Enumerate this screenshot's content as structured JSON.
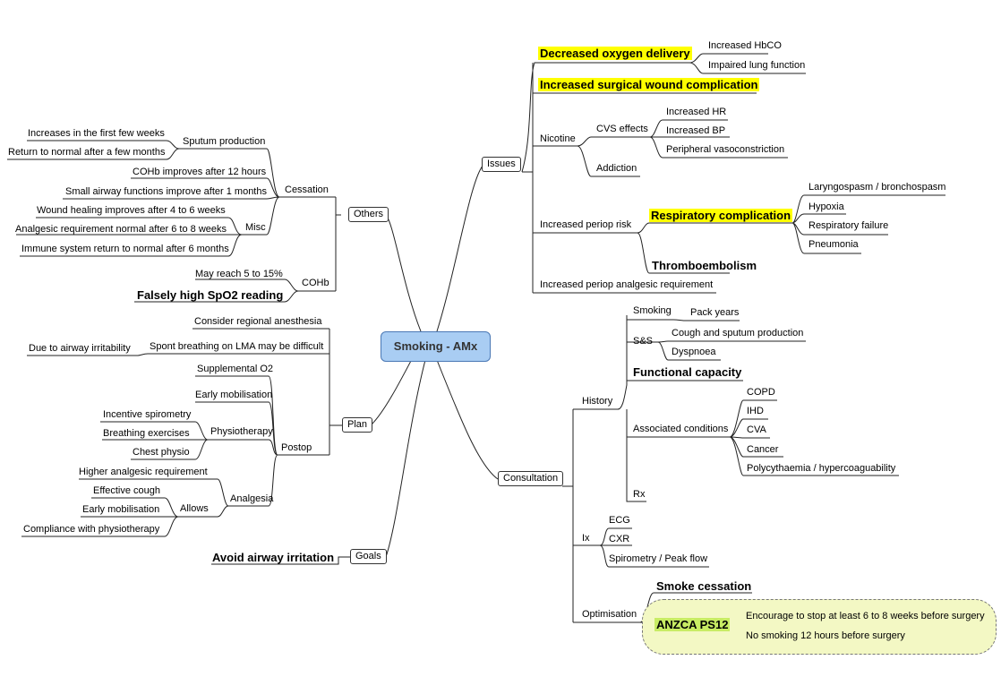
{
  "central": "Smoking - AMx",
  "branches": {
    "issues": {
      "label": "Issues",
      "decreased_o2": "Decreased oxygen delivery",
      "hbco": "Increased HbCO",
      "lung": "Impaired lung function",
      "wound": "Increased surgical wound complication",
      "nicotine": "Nicotine",
      "cvs": "CVS effects",
      "hr": "Increased HR",
      "bp": "Increased BP",
      "pvc": "Peripheral vasoconstriction",
      "addiction": "Addiction",
      "periop_risk": "Increased periop risk",
      "resp_comp": "Respiratory complication",
      "laryngo": "Laryngospasm / bronchospasm",
      "hypoxia": "Hypoxia",
      "resp_fail": "Respiratory failure",
      "pneumonia": "Pneumonia",
      "thrombo": "Thromboembolism",
      "analgesic_req": "Increased periop analgesic requirement"
    },
    "consultation": {
      "label": "Consultation",
      "history": "History",
      "smoking": "Smoking",
      "pack_years": "Pack years",
      "ss": "S&S",
      "cough": "Cough and sputum production",
      "dyspnoea": "Dyspnoea",
      "functional": "Functional capacity",
      "assoc": "Associated conditions",
      "copd": "COPD",
      "ihd": "IHD",
      "cva": "CVA",
      "cancer": "Cancer",
      "polycyth": "Polycythaemia / hypercoaguability",
      "rx": "Rx",
      "ix": "Ix",
      "ecg": "ECG",
      "cxr": "CXR",
      "spiro": "Spirometry / Peak flow",
      "optimisation": "Optimisation",
      "smoke_cess": "Smoke cessation",
      "anzca": "ANZCA PS12",
      "encourage": "Encourage to stop at least 6 to 8 weeks before surgery",
      "no_smoking": "No smoking 12 hours before surgery"
    },
    "others": {
      "label": "Others",
      "cessation": "Cessation",
      "sputum": "Sputum production",
      "increases": "Increases in the first few weeks",
      "return_normal": "Return to normal after a few months",
      "cohb_improves": "COHb improves after 12 hours",
      "small_airway": "Small airway functions improve after 1 months",
      "misc": "Misc",
      "wound_heal": "Wound healing improves after 4 to 6 weeks",
      "analgesic_norm": "Analgesic requirement normal after 6 to 8 weeks",
      "immune": "Immune system return to normal after 6 months",
      "cohb": "COHb",
      "may_reach": "May reach 5 to 15%",
      "falsely": "Falsely high SpO2 reading"
    },
    "plan": {
      "label": "Plan",
      "regional": "Consider regional anesthesia",
      "spont": "Spont breathing on LMA may be difficult",
      "airway_irrit": "Due to airway irritability",
      "postop": "Postop",
      "suppl_o2": "Supplemental O2",
      "early_mob": "Early mobilisation",
      "physio": "Physiotherapy",
      "incentive": "Incentive spirometry",
      "breathing": "Breathing exercises",
      "chest": "Chest physio",
      "analgesia": "Analgesia",
      "higher_analg": "Higher analgesic requirement",
      "allows": "Allows",
      "eff_cough": "Effective cough",
      "early_mob2": "Early mobilisation",
      "compliance": "Compliance with physiotherapy"
    },
    "goals": {
      "label": "Goals",
      "avoid": "Avoid airway irritation"
    }
  },
  "colors": {
    "central_fill": "#a9cdf3",
    "highlight": "#ffff00",
    "anzca_fill": "#c8ec64",
    "cloud_fill": "#f3f8c4"
  }
}
